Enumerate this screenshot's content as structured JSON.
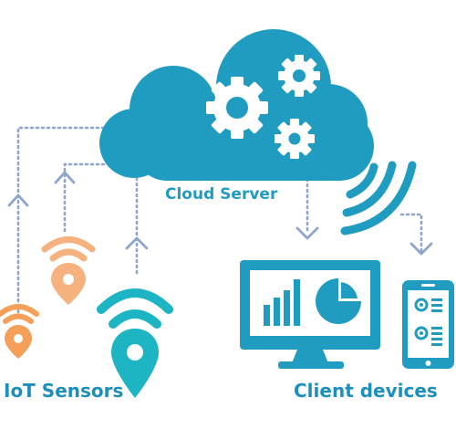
{
  "diagram": {
    "cloud_label": "Cloud Server",
    "sensors_label": "IoT Sensors",
    "clients_label": "Client devices"
  },
  "colors": {
    "cloud": "#1f9cbf",
    "dark_blue": "#1c8fbd",
    "teal": "#1db5c4",
    "orange": "#f5a05a",
    "light_orange": "#f6b27e",
    "connector": "#8fa5c9",
    "white": "#ffffff"
  },
  "icons": {
    "cloud": "cloud-icon",
    "gears": "gear-icon",
    "monitor": "monitor-icon",
    "phone": "smartphone-icon",
    "sensor": "location-pin-with-signal-icon",
    "wireless": "wifi-signal-icon"
  }
}
